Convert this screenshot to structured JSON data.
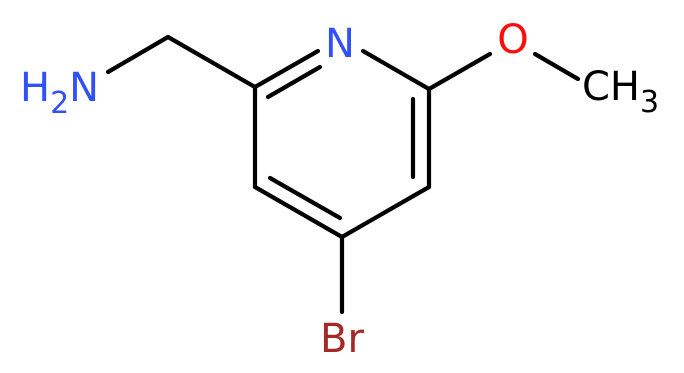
{
  "molecule": {
    "atoms": {
      "amine": {
        "main": "H",
        "sub": "2",
        "tail": "N",
        "color": "#3050f8"
      },
      "ring_n": {
        "text": "N",
        "color": "#3050f8"
      },
      "oxygen": {
        "text": "O",
        "color": "#ff0d0d"
      },
      "methyl": {
        "main": "CH",
        "sub": "3",
        "color": "#000000"
      },
      "bromine": {
        "text": "Br",
        "color": "#a62929"
      }
    },
    "bond_color": "#000000"
  }
}
